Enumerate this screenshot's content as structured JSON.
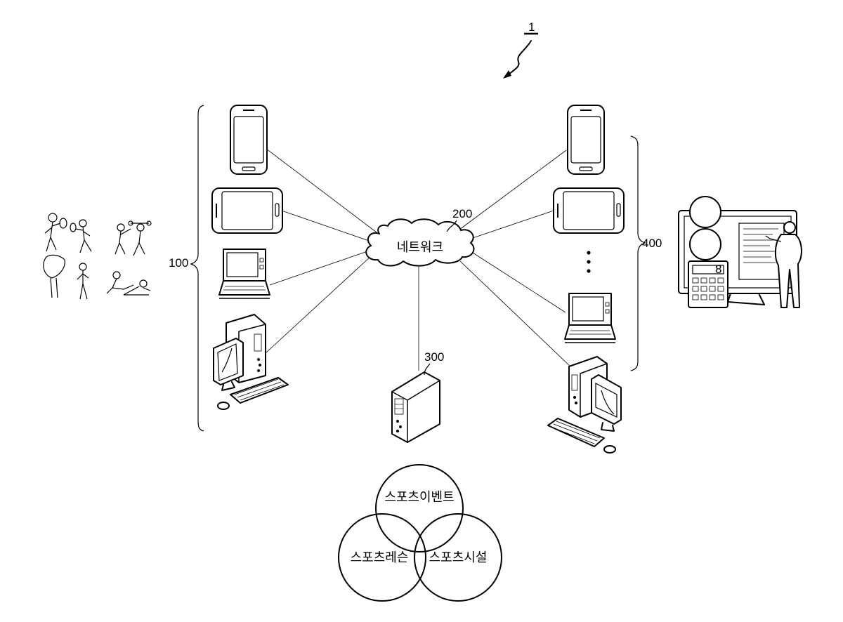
{
  "figure": {
    "ref_number": "1",
    "network": {
      "ref": "200",
      "label": "네트워크"
    },
    "user_terminals": {
      "ref": "100"
    },
    "server": {
      "ref": "300"
    },
    "provider_terminals": {
      "ref": "400"
    },
    "venn": {
      "top": "스포츠이벤트",
      "left": "스포츠레슨",
      "right": "스포츠시설"
    }
  }
}
